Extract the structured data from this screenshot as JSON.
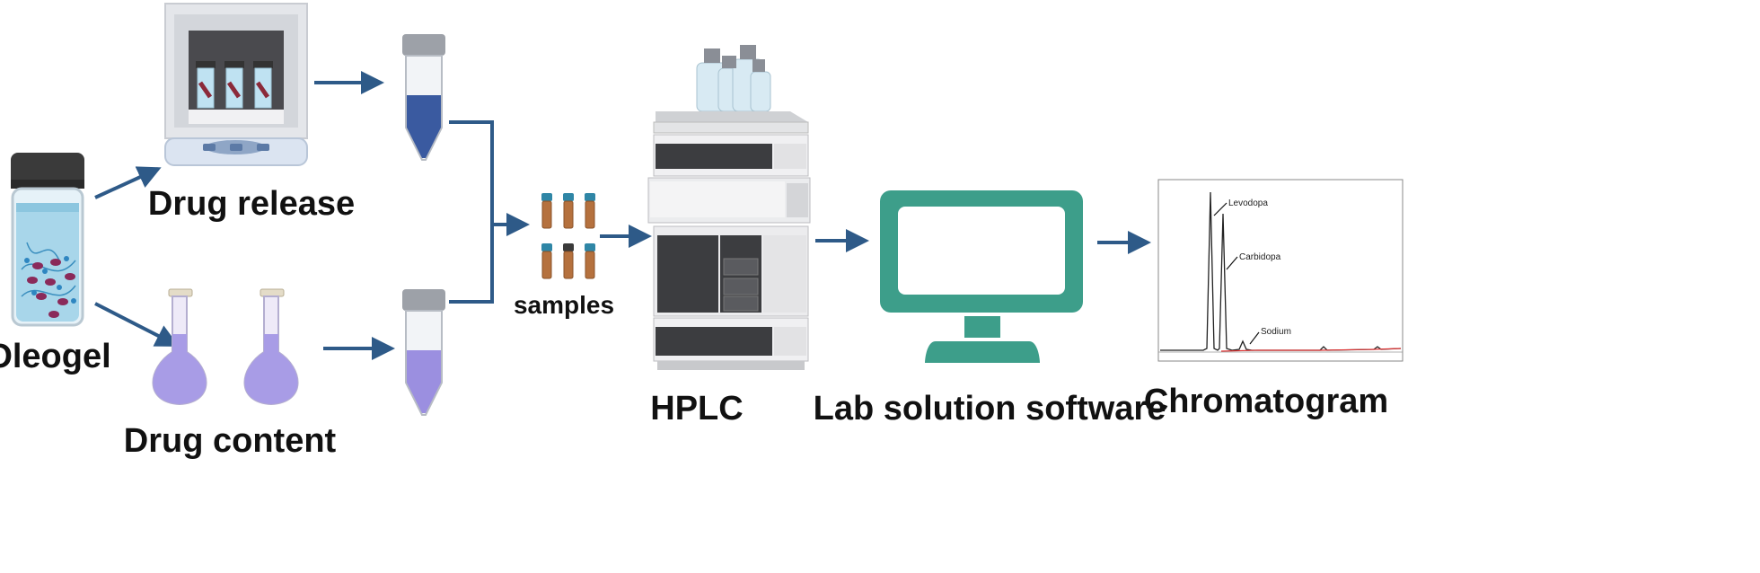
{
  "labels": {
    "oleogel": "Oleogel",
    "drug_release": "Drug release",
    "drug_content": "Drug content",
    "samples": "samples",
    "hplc": "HPLC",
    "lab_software": "Lab solution software",
    "chromatogram": "Chromatogram"
  },
  "chromatogram_peaks": {
    "peak1": "Levodopa",
    "peak2": "Carbidopa",
    "peak3": "Sodium"
  },
  "colors": {
    "arrow": "#2e5a88",
    "monitor": "#3d9e8a",
    "release_liquid": "#3a5aa0",
    "content_liquid": "#9b8fe0",
    "vial_amber": "#b5713e",
    "vial_cap": "#2f86a6"
  }
}
